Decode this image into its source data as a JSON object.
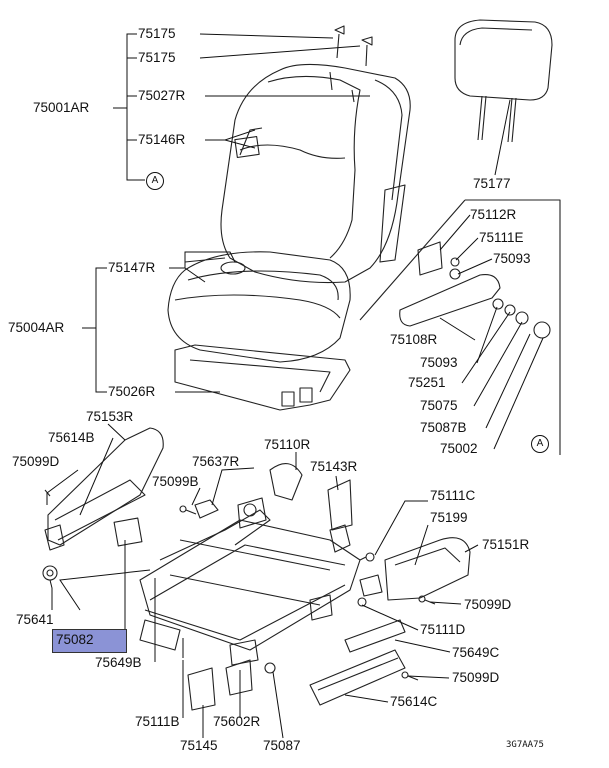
{
  "labels": {
    "p75175a": "75175",
    "p75175b": "75175",
    "p75001ar": "75001AR",
    "p75027r": "75027R",
    "p75146r": "75146R",
    "pA1": "A",
    "p75177": "75177",
    "p75112r": "75112R",
    "p75111e": "75111E",
    "p75093a": "75093",
    "p75147r": "75147R",
    "p75004ar": "75004AR",
    "p75108r": "75108R",
    "p75093b": "75093",
    "p75251": "75251",
    "p75026r": "75026R",
    "p75075": "75075",
    "p75153r": "75153R",
    "p75087b": "75087B",
    "p75614b": "75614B",
    "p75110r": "75110R",
    "p75002": "75002",
    "pA2": "A",
    "p75099d_a": "75099D",
    "p75637r": "75637R",
    "p75143r": "75143R",
    "p75099b": "75099B",
    "p75111c": "75111C",
    "p75199": "75199",
    "p75151r": "75151R",
    "p75099d_b": "75099D",
    "p75641": "75641",
    "p75111d": "75111D",
    "p75082": "75082",
    "p75649c": "75649C",
    "p75649b": "75649B",
    "p75099d_c": "75099D",
    "p75614c": "75614C",
    "p75111b": "75111B",
    "p75602r": "75602R",
    "p75145": "75145",
    "p75087": "75087",
    "diagram_code": "3G7AA75"
  },
  "highlighted_part": "75082",
  "highlight_color": "#8b93d6"
}
